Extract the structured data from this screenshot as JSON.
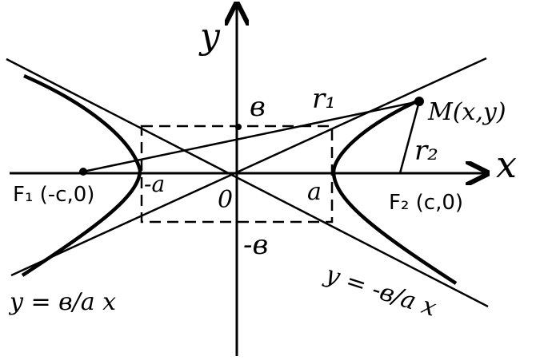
{
  "axes": {
    "x_label": "x",
    "y_label": "y",
    "origin_label": "0"
  },
  "points": {
    "a_pos": "a",
    "a_neg": "-a",
    "b_pos": "в",
    "b_neg": "-в",
    "F1": "F₁ (-c,0)",
    "F2": "F₂ (c,0)",
    "M": "M(x,y)"
  },
  "segments": {
    "r1": "r₁",
    "r2": "r₂"
  },
  "asymptotes": {
    "positive_slope": "y = в/a x",
    "negative_slope": "y = -в/a x"
  },
  "colors": {
    "ink": "#000000",
    "background": "#ffffff"
  }
}
